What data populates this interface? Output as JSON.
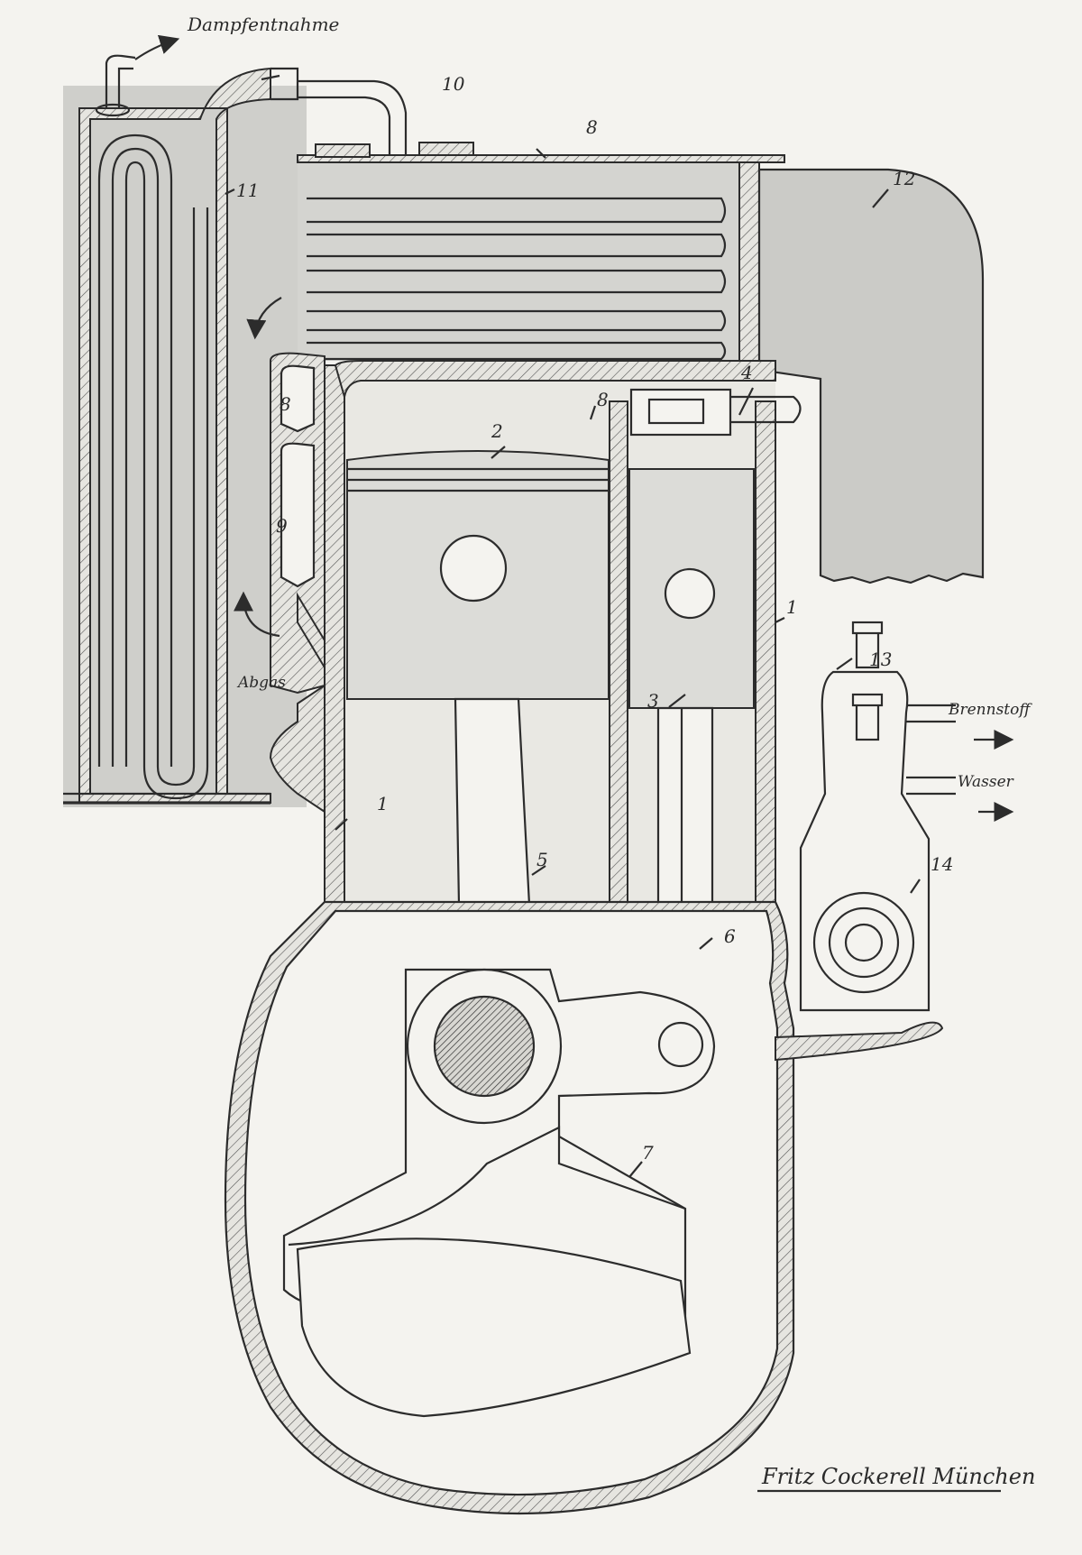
{
  "labels": {
    "steam_outlet": "Dampfentnahme",
    "part_1_right": "1",
    "part_1_left": "1",
    "part_2": "2",
    "part_3": "3",
    "part_4": "4",
    "part_5": "5",
    "part_6": "6",
    "part_7": "7",
    "part_8_top": "8",
    "part_8_left": "8",
    "part_8_center": "8",
    "part_9": "9",
    "part_10": "10",
    "part_11": "11",
    "part_12": "12",
    "part_13": "13",
    "part_14": "14",
    "exhaust": "Abgas",
    "fuel": "Brennstoff",
    "water": "Wasser"
  },
  "signature": "Fritz Cockerell München"
}
